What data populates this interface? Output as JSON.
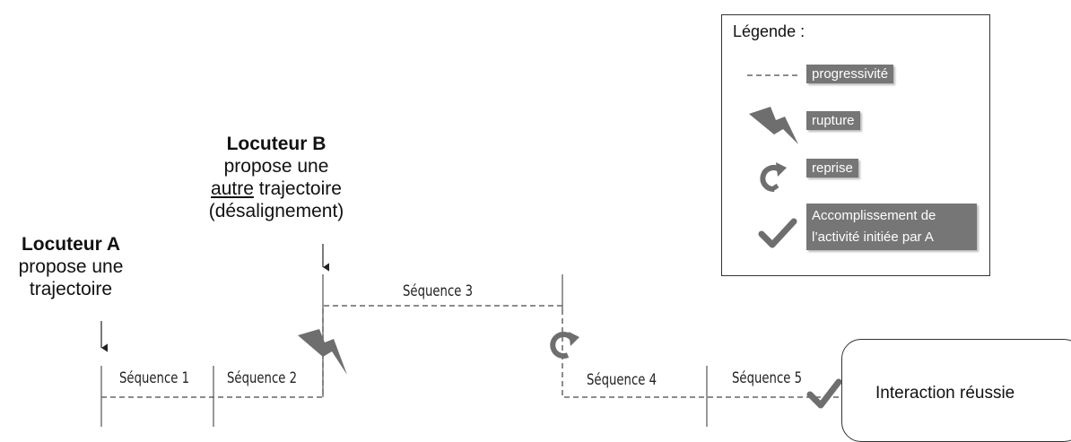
{
  "speaker_a": {
    "name": "Locuteur A",
    "line1": "propose une",
    "line2": "trajectoire"
  },
  "speaker_b": {
    "name": "Locuteur B",
    "line1": "propose une",
    "line2_underlined": "autre",
    "line2_rest": " trajectoire",
    "line3": "(désalignement)"
  },
  "sequences": [
    "Séquence 1",
    "Séquence 2",
    "Séquence 3",
    "Séquence 4",
    "Séquence 5"
  ],
  "outcome": "Interaction réussie",
  "legend": {
    "title": "Légende :",
    "items": [
      {
        "icon": "dashed-line",
        "label": "progressivité"
      },
      {
        "icon": "lightning-icon",
        "label": "rupture"
      },
      {
        "icon": "circular-arrow-icon",
        "label": "reprise"
      },
      {
        "icon": "checkmark-icon",
        "label": "Accomplissement de l’activité initiée par A"
      }
    ]
  },
  "colors": {
    "line": "#666666",
    "icon": "#6e6e6e",
    "tag": "#767676"
  }
}
